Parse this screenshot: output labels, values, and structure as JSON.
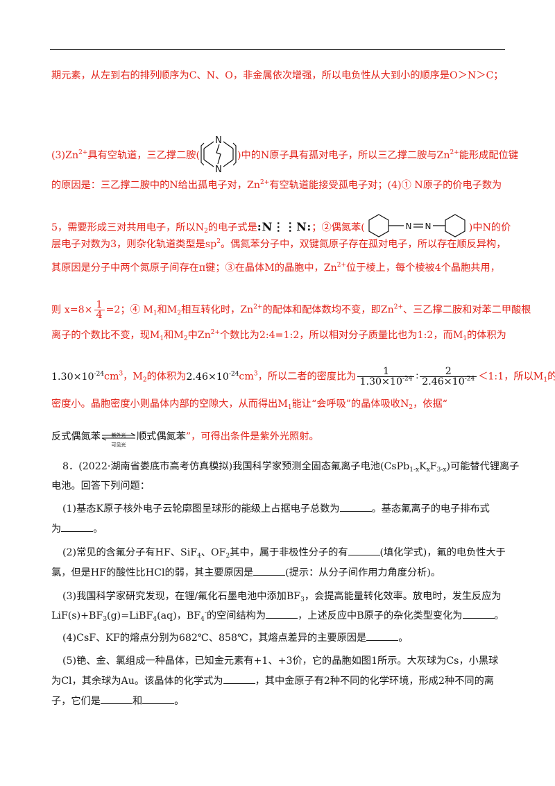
{
  "answer": {
    "line1": "期元素，从左到右的排列顺序为C、N、O，非金属依次增强，所以电负性从大到小的顺序是O＞N＞C；",
    "l2a": "(3)Zn",
    "sup2p": "2+",
    "l2b": "具有空轨道，三乙撑二胺(",
    "l2c": ")中的N原子具有孤对电子，所以三乙撑二胺与Zn",
    "l2d": "能形成配位键",
    "n_atom": "N",
    "l3a": "的原因是：三乙撑二胺中的N给出孤电子对，Zn",
    "l3b": "有空轨道能接受孤电子对；(4)① N原子的价电子数为",
    "l4a": "5，需要形成三对共用电子，所以N",
    "sub2": "2",
    "l4b": "的电子式是",
    "n2_dot": ":N⋮⋮N:",
    "l4c": "；②偶氮苯(",
    "l4d": ")中N的价",
    "azo_n": "N",
    "l5a": "层电子对数为3，则杂化轨道类型是sp",
    "l5sup": "2",
    "l5b": "。偶氮苯分子中，双键氮原子存在孤对电子，所以存在顺反异构，",
    "line6": "其原因是分子中两个氮原子间存在π键；③在晶体M的晶胞中，Zn",
    "line6b": "位于棱上，每个棱被4个晶胞共用，",
    "l7a": "则 x=8×",
    "f_num": "1",
    "f_den": "4",
    "l7b": "=2；④ M",
    "sub1": "1",
    "l7c": "和M",
    "l7d": "相互转化时，Zn",
    "l7e": "的配体和配体数均不变，即Zn",
    "l7f": "、三乙撑二胺和对苯二甲酸根",
    "l8a": "离子的个数比不变，现M",
    "l8b": "和M",
    "l8c": "中Zn",
    "l8d": "个数比为2:4=1:2，所以相对分子质量比也为1:2，而M",
    "l8e": "的体积为",
    "v1": "1.30×10",
    "exp": "-24",
    "cm3": "cm",
    "sup3": "3",
    "l9a": "，M",
    "l9b": "的体积为",
    "v2": "2.46×10",
    "l9c": "，所以二者的密度比为",
    "fr1_num": "1",
    "fr2_num": "2",
    "colon": "∶",
    "l9d": "＜1:1，所以M",
    "l9e": "的",
    "l10a": "密度小。晶胞密度小则晶体内部的空隙大，从而得出M",
    "l10b": "能让“会呼吸”的晶体吸收N",
    "l10c": "，依据“",
    "l11a": "反式偶氮苯",
    "arrow_top": "紫外光",
    "arrow_bot": "可见光",
    "l11b": "顺式偶氮苯",
    "l11c": "”，可得出条件是紫外光照射。"
  },
  "q8": {
    "head_a": "8．(2022·湖南省娄底市高考仿真模拟)我国科学家预测全固态氟离子电池(CsPb",
    "h_s1": "1-x",
    "h_k": "K",
    "h_sx": "x",
    "h_f": "F",
    "h_s3": "3-x",
    "head_b": ")可能替代锂离子",
    "head2": "电池。回答下列问题：",
    "p1a": "(1)基态K原子核外电子云轮廓图呈球形的能级上占据电子总数为",
    "p1b": "。基态氟离子的电子排布式",
    "p1c": "为",
    "p1d": "。",
    "p2a": "(2)常见的含氟分子有HF、SiF",
    "s4": "4",
    "p2b": "、OF",
    "s2": "2",
    "p2c": "其中，属于非极性分子的有",
    "p2d": "(填化学式)，氟的电负性大于",
    "p2e": "氯，但是HF的酸性比HCl的弱，其主要原因是",
    "p2f": "(提示：从分子间作用力角度分析)。",
    "p3a": "(3)我国科学家研究发现，在锂/氟化石墨电池中添加BF",
    "s3": "3",
    "p3b": "，会提高能量转化效率。放电时，发生反应为",
    "p3c": "LiF(s)+BF",
    "p3d": "(g)=LiBF",
    "p3e": "(aq)，BF",
    "s4m": "4",
    "sm": "-",
    "p3f": "的空间结构为",
    "p3g": "，上述反应中B原子的杂化类型变化为",
    "p3h": "。",
    "p4a": "(4)CsF、KF的熔点分别为682℃、858℃，其熔点差异的主要原因是",
    "p4b": "。",
    "p5a": "(5)铯、金、氯组成一种晶体，已知金元素有+1、+3价，它的晶胞如图1所示。大灰球为Cs，小黑球",
    "p5b": "为Cl，其余球为Au。该晶体的化学式为",
    "p5c": "，其中金原子有2种不同的化学环境，形成2种不同的离",
    "p5d": "子，它们是",
    "p5e": "和",
    "p5f": "。"
  }
}
